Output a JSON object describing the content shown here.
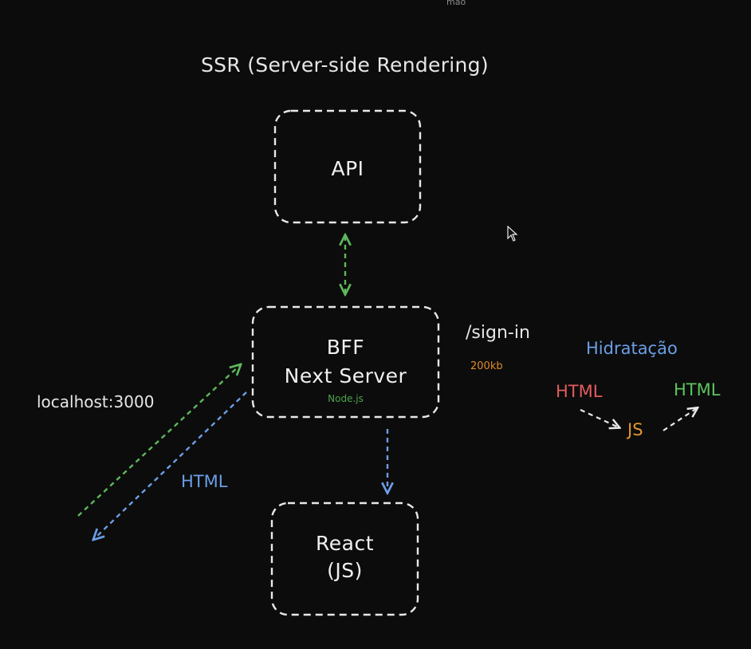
{
  "author": "mao",
  "title": "SSR (Server-side Rendering)",
  "boxes": {
    "api": {
      "label": "API"
    },
    "bff": {
      "line1": "BFF",
      "line2": "Next Server",
      "runtime": "Node.js"
    },
    "react": {
      "line1": "React",
      "line2": "(JS)"
    }
  },
  "client": {
    "address": "localhost:3000",
    "response": "HTML"
  },
  "route": {
    "path": "/sign-in",
    "size": "200kb"
  },
  "hydration": {
    "title": "Hidratação",
    "from": "HTML",
    "via": "JS",
    "to": "HTML"
  },
  "colors": {
    "background": "#0c0c0c",
    "box_stroke": "#e8e8e8",
    "green_arrow": "#5cb85c",
    "blue_arrow": "#6b9ee6",
    "orange": "#e0962a",
    "red": "#e25c5c"
  }
}
